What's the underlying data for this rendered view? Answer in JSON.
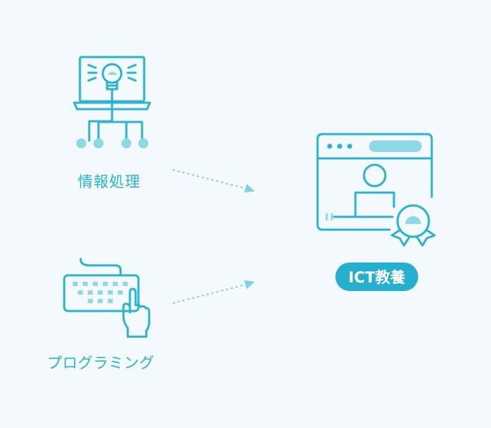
{
  "nodes": {
    "info_processing": {
      "label": "情報処理",
      "icon": "laptop-lightbulb-network-icon"
    },
    "programming": {
      "label": "プログラミング",
      "icon": "keyboard-pointer-hand-icon"
    },
    "ict_education": {
      "label": "ICT教養",
      "icon": "browser-person-award-icon"
    }
  },
  "edges": [
    {
      "from": "info_processing",
      "to": "ict_education",
      "style": "dotted-arrow"
    },
    {
      "from": "programming",
      "to": "ict_education",
      "style": "dotted-arrow"
    }
  ],
  "colors": {
    "background": "#f3f9fc",
    "stroke": "#2bb3cf",
    "fill_light": "#8fd9e6",
    "badge": "#24afcf",
    "badge_text": "#ffffff"
  }
}
